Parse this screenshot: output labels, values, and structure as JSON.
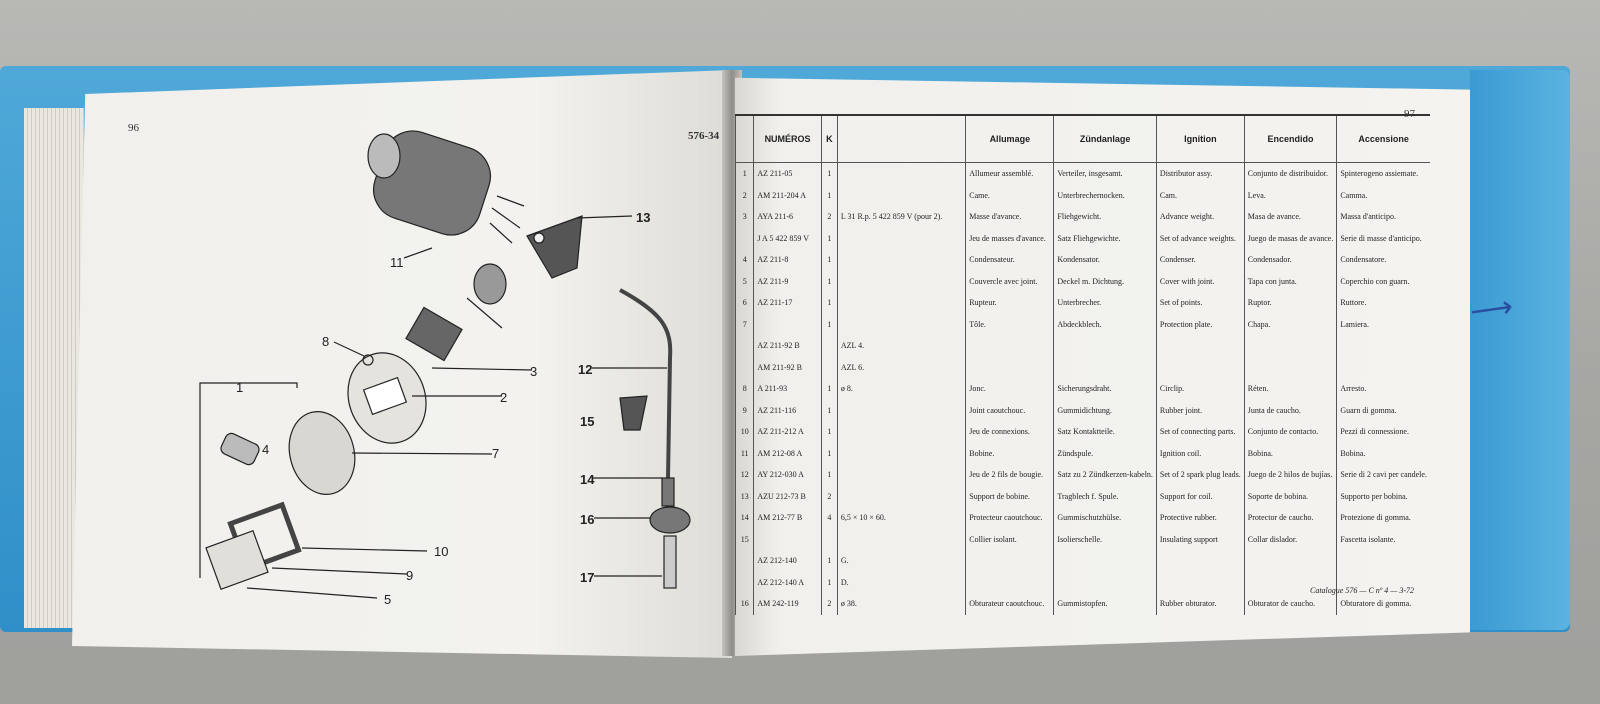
{
  "left_page": {
    "page_number": "96",
    "ref_code": "576-34",
    "figure_labels": [
      "1",
      "2",
      "3",
      "4",
      "5",
      "7",
      "8",
      "9",
      "10",
      "11",
      "12",
      "13",
      "14",
      "15",
      "16",
      "17"
    ]
  },
  "right_page": {
    "page_number": "97",
    "headers": {
      "numeros": "NUMÉROS",
      "k": "K",
      "fr": "Allumage",
      "de": "Zündanlage",
      "en": "Ignition",
      "es": "Encendido",
      "it": "Accensione"
    },
    "rows": [
      {
        "idx": "1",
        "num": "AZ 211-05",
        "k": "1",
        "note": "",
        "fr": "Allumeur assemblé.",
        "de": "Verteiler, insgesamt.",
        "en": "Distributor assy.",
        "es": "Conjunto de distribuidor.",
        "it": "Spinterogeno assiemate."
      },
      {
        "idx": "2",
        "num": "AM 211-204 A",
        "k": "1",
        "note": "",
        "fr": "Came.",
        "de": "Unterbrechernocken.",
        "en": "Cam.",
        "es": "Leva.",
        "it": "Camma."
      },
      {
        "idx": "3",
        "num": "AYA 211-6",
        "k": "2",
        "note": "L 31 R.p. 5 422 859 V (pour 2).",
        "fr": "Masse d'avance.",
        "de": "Fliehgewicht.",
        "en": "Advance weight.",
        "es": "Masa de avance.",
        "it": "Massa d'anticipo."
      },
      {
        "idx": "",
        "num": "J A 5 422 859 V",
        "k": "1",
        "note": "",
        "fr": "Jeu de masses d'avance.",
        "de": "Satz Fliehgewichte.",
        "en": "Set of advance weights.",
        "es": "Juego de masas de avance.",
        "it": "Serie di masse d'anticipo."
      },
      {
        "idx": "4",
        "num": "AZ 211-8",
        "k": "1",
        "note": "",
        "fr": "Condensateur.",
        "de": "Kondensator.",
        "en": "Condenser.",
        "es": "Condensador.",
        "it": "Condensatore."
      },
      {
        "idx": "5",
        "num": "AZ 211-9",
        "k": "1",
        "note": "",
        "fr": "Couvercle avec joint.",
        "de": "Deckel m. Dichtung.",
        "en": "Cover with joint.",
        "es": "Tapa con junta.",
        "it": "Coperchio con guarn."
      },
      {
        "idx": "6",
        "num": "AZ 211-17",
        "k": "1",
        "note": "",
        "fr": "Rupteur.",
        "de": "Unterbrecher.",
        "en": "Set of points.",
        "es": "Ruptor.",
        "it": "Ruttore."
      },
      {
        "idx": "7",
        "num": "",
        "k": "1",
        "note": "",
        "fr": "Tôle.",
        "de": "Abdeckblech.",
        "en": "Protection plate.",
        "es": "Chapa.",
        "it": "Lamiera."
      },
      {
        "idx": "",
        "num": "AZ 211-92 B",
        "k": "",
        "note": "AZL 4.",
        "fr": "",
        "de": "",
        "en": "",
        "es": "",
        "it": ""
      },
      {
        "idx": "",
        "num": "AM 211-92 B",
        "k": "",
        "note": "AZL 6.",
        "fr": "",
        "de": "",
        "en": "",
        "es": "",
        "it": ""
      },
      {
        "idx": "8",
        "num": "A 211-93",
        "k": "1",
        "note": "ø 8.",
        "fr": "Jonc.",
        "de": "Sicherungsdraht.",
        "en": "Circlip.",
        "es": "Réten.",
        "it": "Arresto."
      },
      {
        "idx": "9",
        "num": "AZ 211-116",
        "k": "1",
        "note": "",
        "fr": "Joint caoutchouc.",
        "de": "Gummidichtung.",
        "en": "Rubber joint.",
        "es": "Junta de caucho.",
        "it": "Guarn di gomma."
      },
      {
        "idx": "10",
        "num": "AZ 211-212 A",
        "k": "1",
        "note": "",
        "fr": "Jeu de connexions.",
        "de": "Satz Kontaktteile.",
        "en": "Set of connecting parts.",
        "es": "Conjunto de contacto.",
        "it": "Pezzi di connessione."
      },
      {
        "idx": "11",
        "num": "AM 212-08 A",
        "k": "1",
        "note": "",
        "fr": "Bobine.",
        "de": "Zündspule.",
        "en": "Ignition coil.",
        "es": "Bobina.",
        "it": "Bobina."
      },
      {
        "idx": "12",
        "num": "AY 212-030 A",
        "k": "1",
        "note": "",
        "fr": "Jeu de 2 fils de bougie.",
        "de": "Satz zu 2 Zündkerzen-kabeln.",
        "en": "Set of 2 spark plug leads.",
        "es": "Juego de 2 hilos de bujías.",
        "it": "Serie di 2 cavi per candele."
      },
      {
        "idx": "13",
        "num": "AZU 212-73 B",
        "k": "2",
        "note": "",
        "fr": "Support de bobine.",
        "de": "Tragblech f. Spule.",
        "en": "Support for coil.",
        "es": "Soporte de bobina.",
        "it": "Supporto per bobina."
      },
      {
        "idx": "14",
        "num": "AM 212-77 B",
        "k": "4",
        "note": "6,5 × 10 × 60.",
        "fr": "Protecteur caoutchouc.",
        "de": "Gummischutzhülse.",
        "en": "Protective rubber.",
        "es": "Protector de caucho.",
        "it": "Protezione di gomma."
      },
      {
        "idx": "15",
        "num": "",
        "k": "",
        "note": "",
        "fr": "Collier isolant.",
        "de": "Isolierschelle.",
        "en": "Insulating support",
        "es": "Collar dislador.",
        "it": "Fascetta isolante."
      },
      {
        "idx": "",
        "num": "AZ 212-140",
        "k": "1",
        "note": "G.",
        "fr": "",
        "de": "",
        "en": "",
        "es": "",
        "it": ""
      },
      {
        "idx": "",
        "num": "AZ 212-140 A",
        "k": "1",
        "note": "D.",
        "fr": "",
        "de": "",
        "en": "",
        "es": "",
        "it": ""
      },
      {
        "idx": "16",
        "num": "AM 242-119",
        "k": "2",
        "note": "ø 38.",
        "fr": "Obturateur caoutchouc.",
        "de": "Gummistopfen.",
        "en": "Rubber obturator.",
        "es": "Obturator de caucho.",
        "it": "Obturatore di gomma."
      }
    ],
    "footer": "Catalogue 576 — C nº 4 — 3-72"
  },
  "colors": {
    "binder": "#3a9ad2",
    "paper": "#f2f1ed",
    "ink": "#222222"
  }
}
